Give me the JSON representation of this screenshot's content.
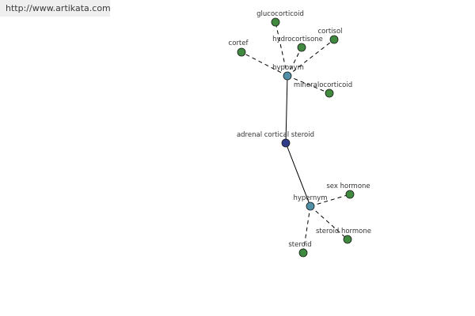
{
  "source_link": "http://www.artikata.com",
  "center": {
    "label": "adrenal cortical steroid",
    "color": "#2e3c8a"
  },
  "relations": [
    {
      "label": "hyponym",
      "color": "#4f8fa8",
      "terms": [
        "glucocorticoid",
        "cortisol",
        "hydrocortisone",
        "cortef",
        "mineralocorticoid"
      ]
    },
    {
      "label": "hypernym",
      "color": "#4f8fa8",
      "terms": [
        "sex hormone",
        "steroid hormone",
        "steroid"
      ]
    }
  ],
  "term_color": "#3f8a3f",
  "edge_color": "#000000"
}
